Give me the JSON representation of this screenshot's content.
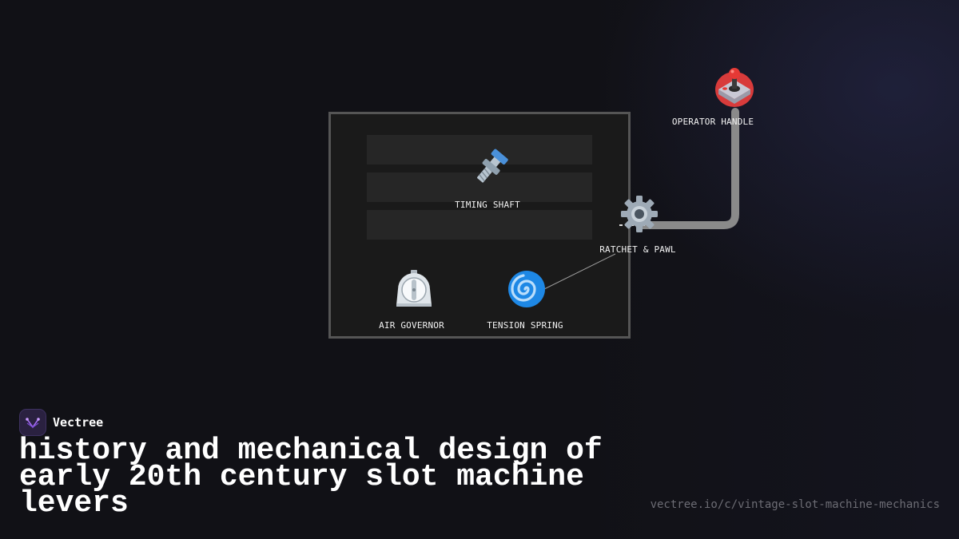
{
  "theme": {
    "background": "#111116",
    "cabinet_fill": "#1a1a1a",
    "cabinet_border": "#555555",
    "reel_fill": "#262626",
    "lever_color": "#8a8a8a",
    "link_color": "#9a9a9a",
    "url_color": "#6c6c74"
  },
  "diagram": {
    "nodes": {
      "operator_handle": {
        "label": "OPERATOR HANDLE",
        "icon": "joystick-icon"
      },
      "ratchet_pawl": {
        "label": "RATCHET & PAWL",
        "icon": "gear-icon"
      },
      "timing_shaft": {
        "label": "TIMING SHAFT",
        "icon": "nut-and-bolt-icon"
      },
      "air_governor": {
        "label": "AIR GOVERNOR",
        "icon": "timer-clock-icon"
      },
      "tension_spring": {
        "label": "TENSION SPRING",
        "icon": "spiral-icon"
      }
    }
  },
  "brand": {
    "name": "Vectree",
    "icon": "vectree-logo-icon"
  },
  "headline": "history and mechanical design of early 20th century slot machine levers",
  "url": "vectree.io/c/vintage-slot-machine-mechanics"
}
